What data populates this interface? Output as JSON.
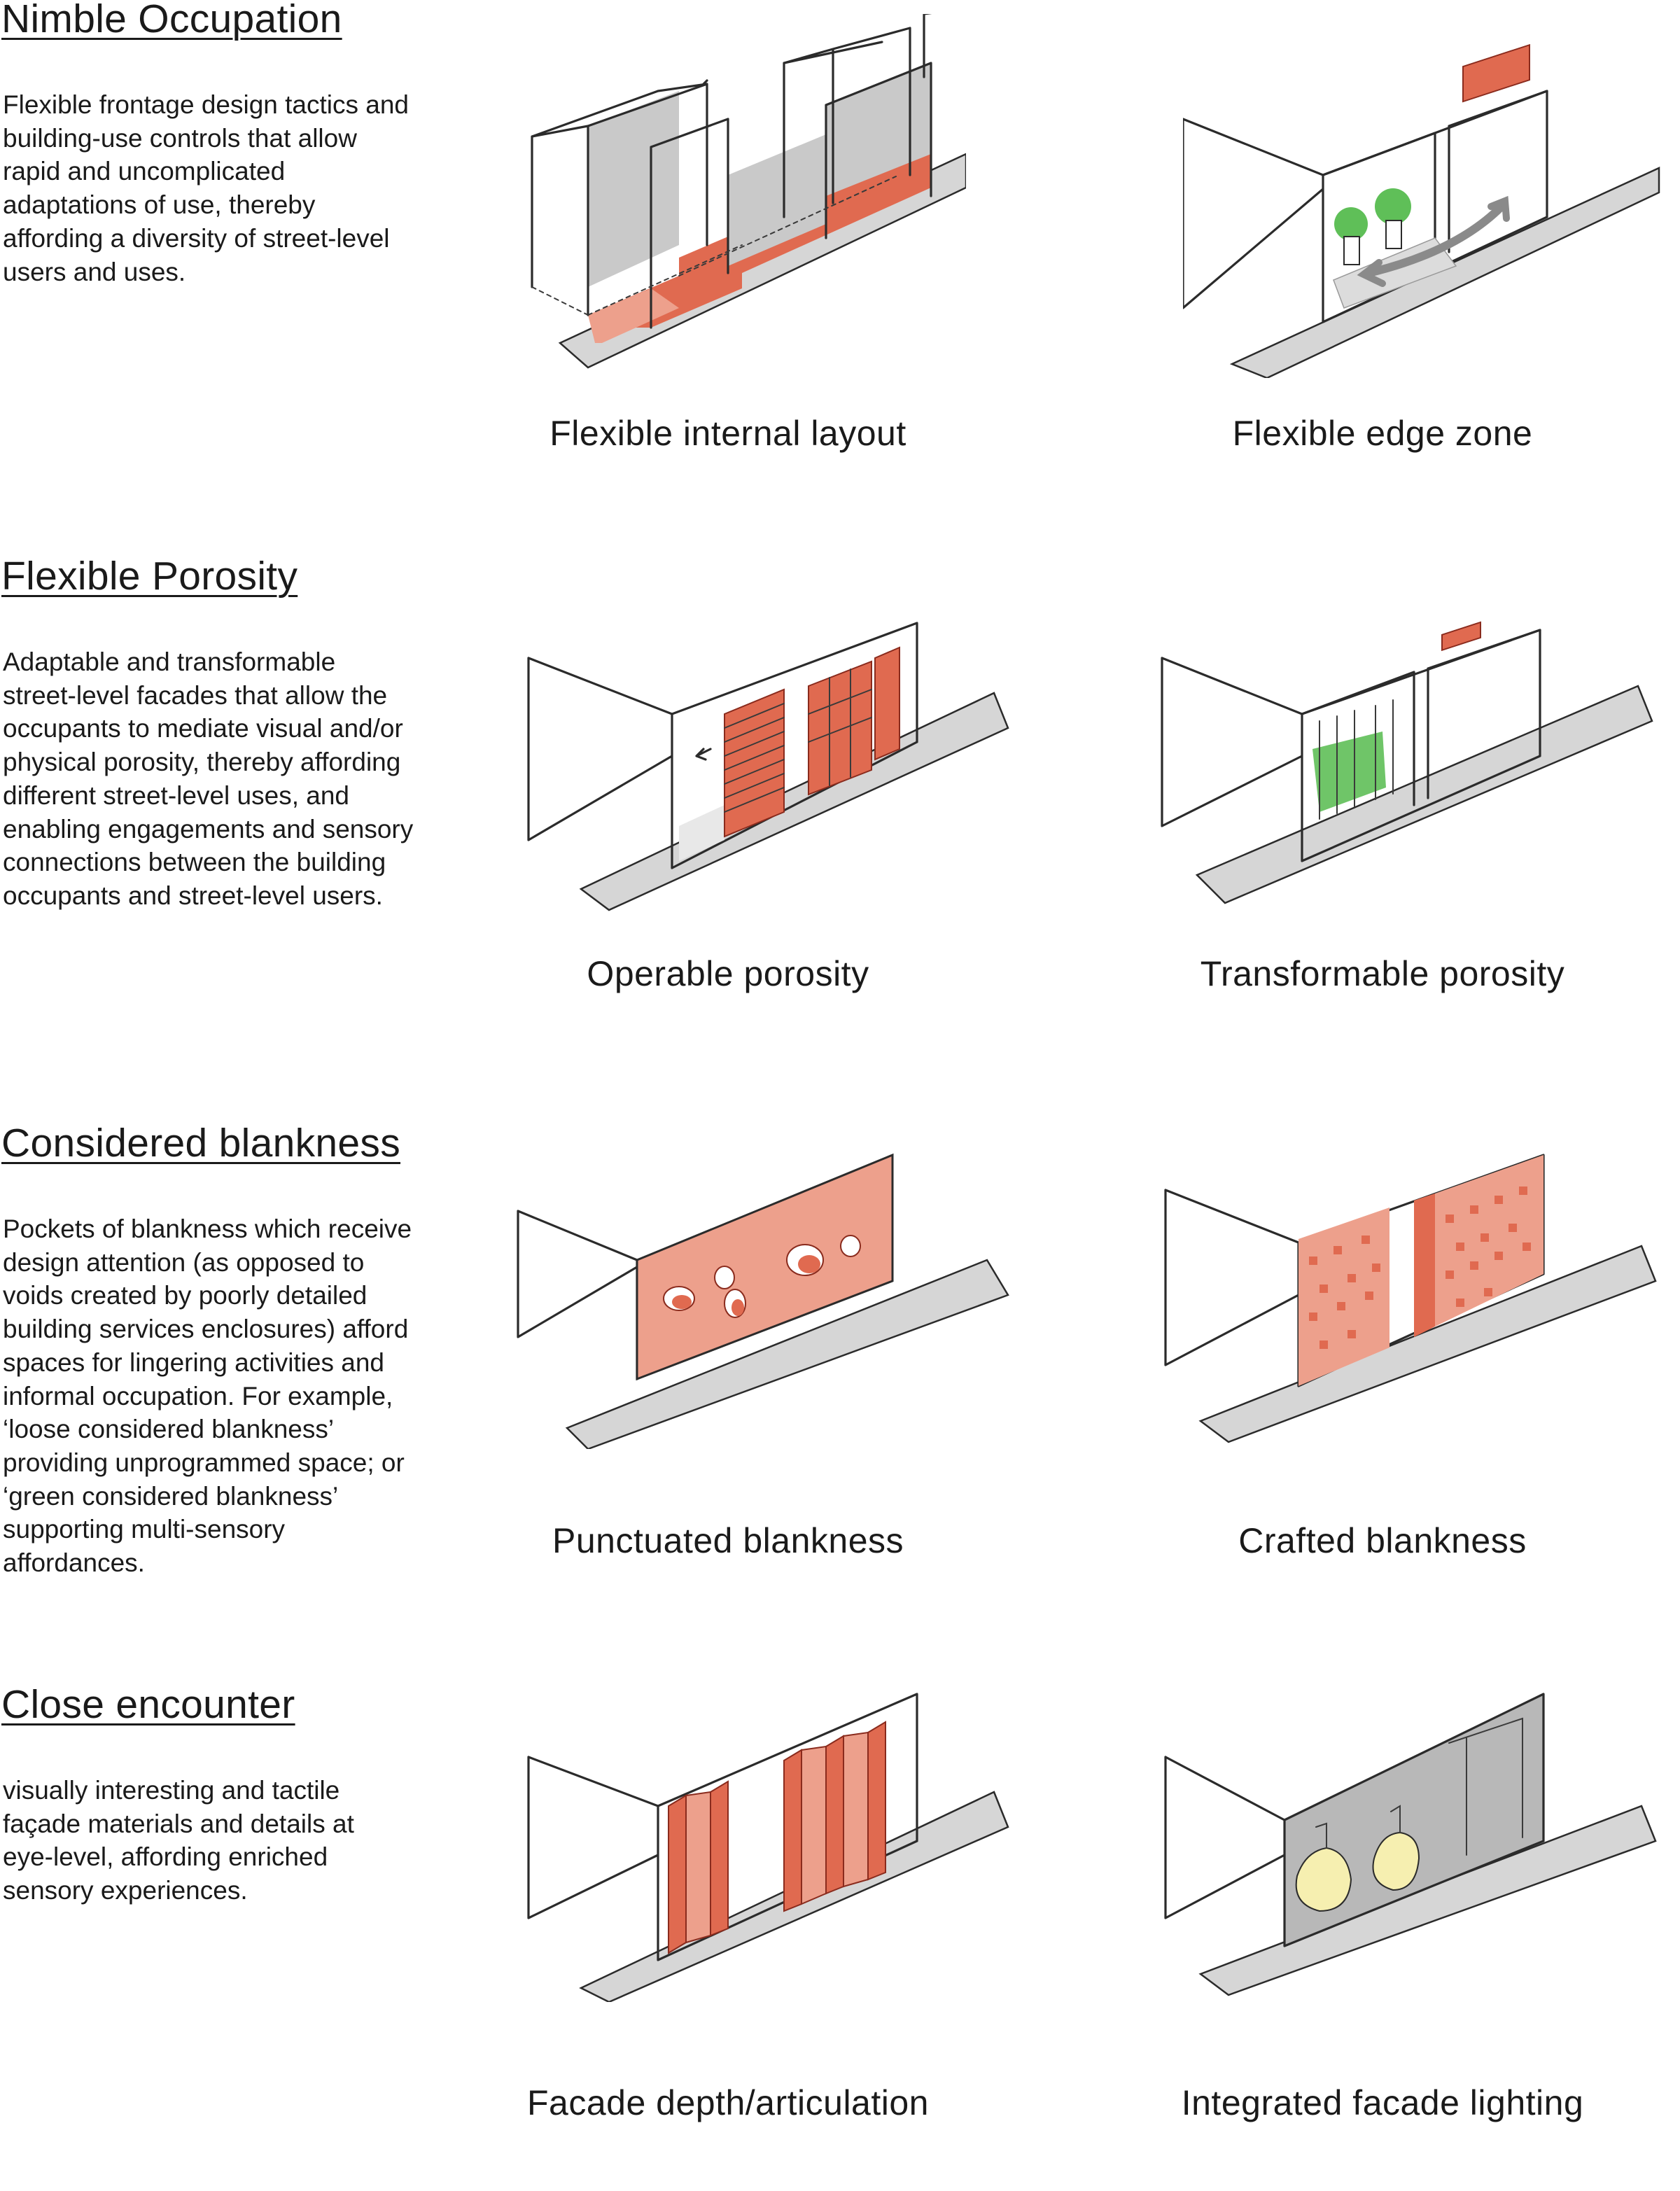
{
  "colors": {
    "accent_red": "#e06a50",
    "accent_salmon": "#eda08c",
    "glass_grey": "#c9c9c9",
    "street_grey": "#d6d6d6",
    "plant_green": "#5fbf58",
    "light_yellow": "#f6efb0"
  },
  "sections": [
    {
      "title": "Nimble Occupation",
      "description": "Flexible frontage design tactics and\nbuilding-use controls that allow\nrapid and uncomplicated\nadaptations of use, thereby\naffording a diversity of street-level\nusers and uses.",
      "sketches": [
        {
          "caption": "Flexible internal layout"
        },
        {
          "caption": "Flexible edge zone"
        }
      ]
    },
    {
      "title": "Flexible Porosity",
      "description": "Adaptable and transformable\nstreet-level facades that allow the\noccupants to mediate visual and/or\nphysical porosity, thereby affording\ndifferent street-level uses, and\nenabling engagements and sensory\nconnections between the building\noccupants and street-level users.",
      "sketches": [
        {
          "caption": "Operable porosity"
        },
        {
          "caption": "Transformable porosity"
        }
      ]
    },
    {
      "title": "Considered blankness",
      "description": "Pockets of blankness which receive\ndesign attention (as opposed to\nvoids created by poorly detailed\nbuilding services enclosures) afford\nspaces for lingering activities and\ninformal occupation. For example,\n‘loose considered blankness’\nproviding unprogrammed space; or\n‘green considered blankness’\nsupporting multi-sensory\naffordances.",
      "sketches": [
        {
          "caption": "Punctuated blankness"
        },
        {
          "caption": "Crafted blankness"
        }
      ]
    },
    {
      "title": "Close encounter",
      "description": "visually interesting and tactile\nfaçade materials and details at\neye-level, affording enriched\nsensory experiences.",
      "sketches": [
        {
          "caption": "Facade depth/articulation"
        },
        {
          "caption": "Integrated facade lighting"
        }
      ]
    }
  ]
}
